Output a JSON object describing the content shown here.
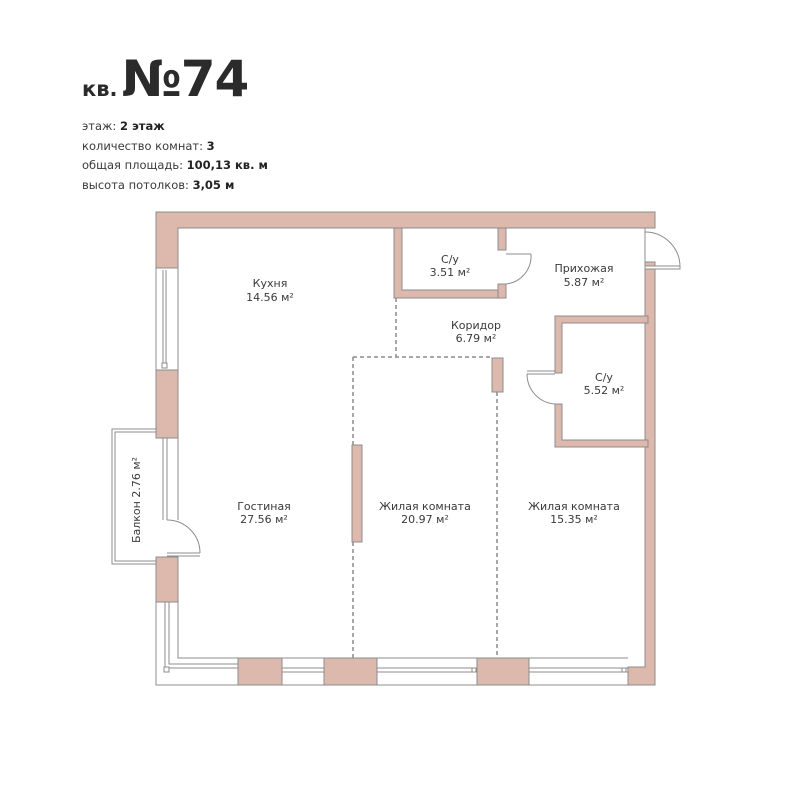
{
  "header": {
    "prefix": "кв.",
    "number": "№74"
  },
  "info": [
    {
      "label": "этаж: ",
      "value": "2 этаж"
    },
    {
      "label": "количество комнат: ",
      "value": "3"
    },
    {
      "label": "общая площадь: ",
      "value": "100,13 кв. м"
    },
    {
      "label": "высота потолков: ",
      "value": "3,05 м"
    }
  ],
  "rooms": {
    "kitchen": {
      "name": "Кухня",
      "area": "14.56 м²"
    },
    "bathroom1": {
      "name": "С/у",
      "area": "3.51 м²"
    },
    "hallway": {
      "name": "Прихожая",
      "area": "5.87 м²"
    },
    "corridor": {
      "name": "Коридор",
      "area": "6.79 м²"
    },
    "bathroom2": {
      "name": "С/у",
      "area": "5.52 м²"
    },
    "living": {
      "name": "Гостиная",
      "area": "27.56 м²"
    },
    "bedroom1": {
      "name": "Жилая комната",
      "area": "20.97 м²"
    },
    "bedroom2": {
      "name": "Жилая комната",
      "area": "15.35 м²"
    },
    "balcony": {
      "name": "Балкон 2.76 м²"
    }
  },
  "colors": {
    "wall": "#dcb8ad",
    "outline": "#8c8c8c",
    "text": "#2b2b2b"
  }
}
